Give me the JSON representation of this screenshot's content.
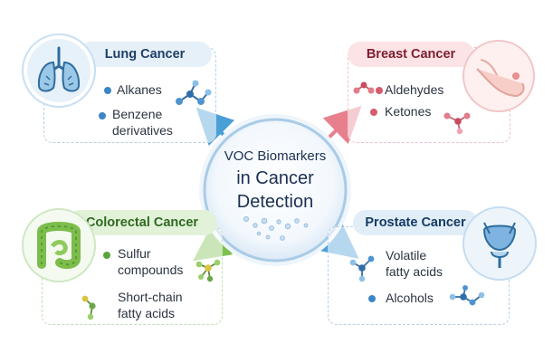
{
  "center": {
    "line1": "VOC Biomarkers",
    "line2": "in Cancer",
    "line3": "Detection"
  },
  "quadrants": {
    "lung": {
      "title": "Lung Cancer",
      "items": [
        {
          "line1": "Alkanes",
          "line2": ""
        },
        {
          "line1": "Benzene",
          "line2": "derivatives"
        }
      ],
      "color": "#3b86c8"
    },
    "breast": {
      "title": "Breast Cancer",
      "items": [
        {
          "line1": "Aldehydes",
          "line2": ""
        },
        {
          "line1": "Ketones",
          "line2": ""
        }
      ],
      "color": "#d75a6e"
    },
    "colorectal": {
      "title": "Colorectal Cancer",
      "items": [
        {
          "line1": "Sulfur",
          "line2": "compounds"
        },
        {
          "line1": "Short-chain",
          "line2": "fatty acids"
        }
      ],
      "color": "#59a63a"
    },
    "prostate": {
      "title": "Prostate Cancer",
      "items": [
        {
          "line1": "Volatile",
          "line2": "fatty acids"
        },
        {
          "line1": "Alcohols",
          "line2": ""
        }
      ],
      "color": "#3b86c8"
    }
  },
  "icons": {
    "lung": "lungs-icon",
    "breast": "breast-icon",
    "colorectal": "colon-icon",
    "prostate": "prostate-icon",
    "molecule": "molecule-icon"
  }
}
